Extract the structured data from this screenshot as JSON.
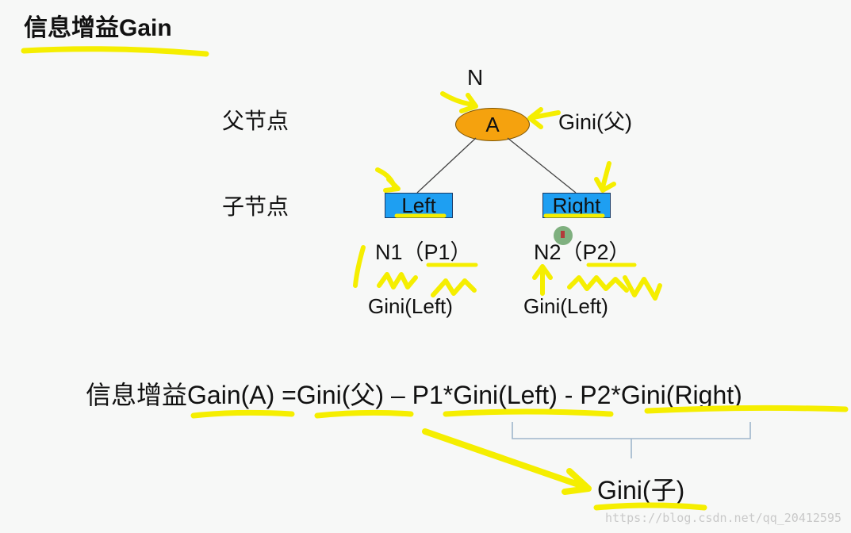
{
  "title": "信息增益Gain",
  "labels": {
    "parent_row": "父节点",
    "child_row": "子节点"
  },
  "tree": {
    "root_count": "N",
    "root_label": "A",
    "root_gini": "Gini(父)",
    "left_label": "Left",
    "right_label": "Right",
    "left_stats": "N1（P1）",
    "right_stats": "N2（P2）",
    "left_gini": "Gini(Left)",
    "right_gini": "Gini(Left)"
  },
  "formula": {
    "prefix": "信息增益",
    "gain": "Gain(A)",
    "equals": "=",
    "gini_parent": "Gini(父)",
    "minus1": "–",
    "term1": "P1*Gini(Left)",
    "minus2": "-",
    "term2": "P2*Gini(Right)",
    "result": "Gini(子)"
  },
  "watermark": "https://blog.csdn.net/qq_20412595",
  "colors": {
    "highlight": "#f5ee00",
    "node_rect": "#1e9ff2",
    "node_ellipse": "#f5a20e",
    "brace": "#9fb6cc"
  }
}
